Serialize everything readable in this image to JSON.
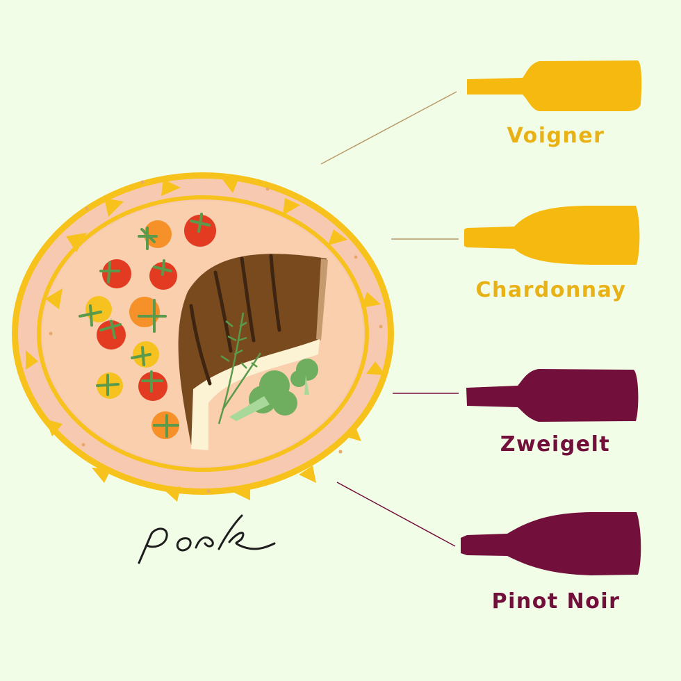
{
  "dish": {
    "name": "pork",
    "plate": {
      "rim_color": "#f7c21c",
      "inner_color": "#f9cfae",
      "rim_band_color": "#f7c9b0"
    },
    "meat_color": "#7a4a1f",
    "grill_mark_color": "#3d2511",
    "bone_color": "#fbf3d4",
    "tomato_colors": {
      "red": "#e33b22",
      "orange": "#f59128",
      "yellow": "#f5c21f"
    },
    "greens_color": "#5a9a4a"
  },
  "connector_line_color": "#b89a6a",
  "wines": [
    {
      "name": "Voigner",
      "type": "white",
      "color": "#f5b90f"
    },
    {
      "name": "Chardonnay",
      "type": "white",
      "color": "#f5b90f"
    },
    {
      "name": "Zweigelt",
      "type": "red",
      "color": "#720f3b"
    },
    {
      "name": "Pinot Noir",
      "type": "red",
      "color": "#720f3b"
    }
  ],
  "background_color": "#f1fde6"
}
